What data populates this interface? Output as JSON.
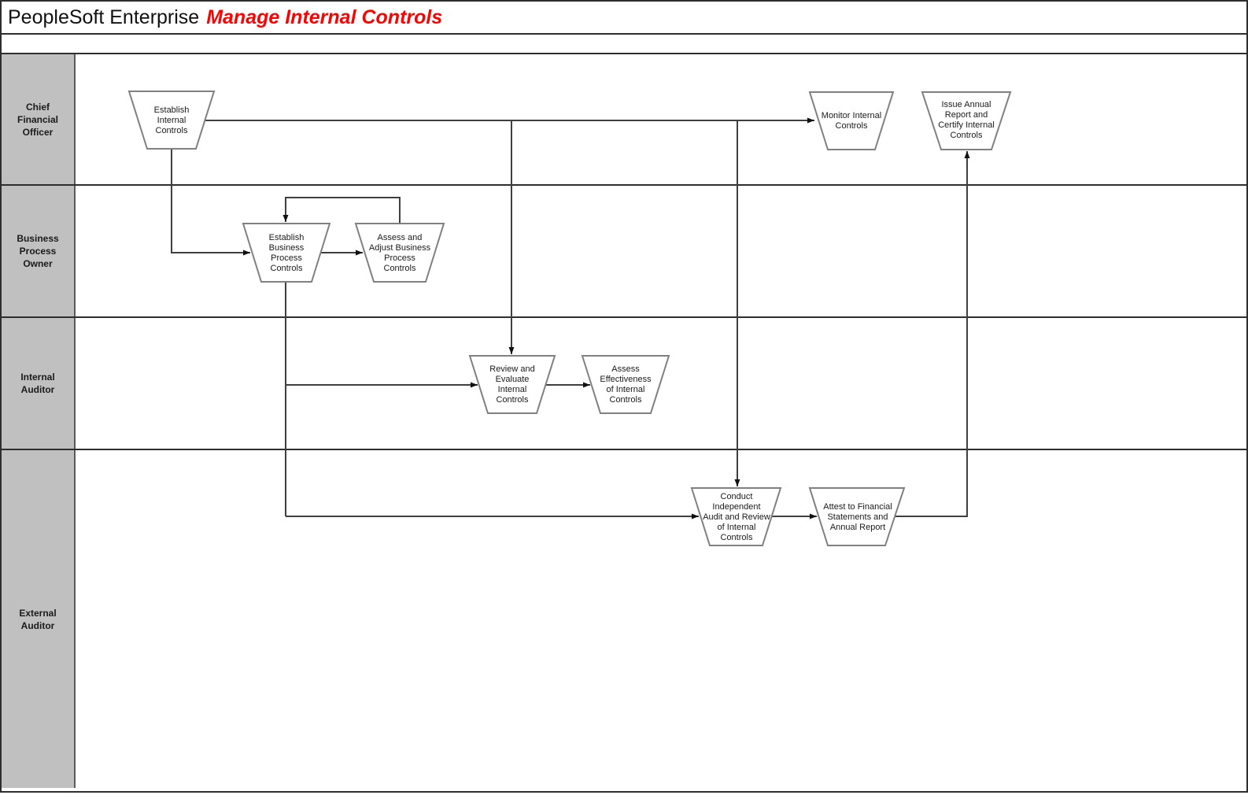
{
  "title": {
    "product": "PeopleSoft Enterprise",
    "process": "Manage Internal Controls"
  },
  "lanes": [
    {
      "label": "Chief\nFinancial\nOfficer"
    },
    {
      "label": "Business\nProcess\nOwner"
    },
    {
      "label": "Internal\nAuditor"
    },
    {
      "label": "External\nAuditor"
    }
  ],
  "nodes": [
    {
      "name": "establish-internal-controls",
      "lane": "Chief Financial Officer",
      "label": "Establish\nInternal\nControls"
    },
    {
      "name": "monitor-internal-controls",
      "lane": "Chief Financial Officer",
      "label": "Monitor Internal\nControls"
    },
    {
      "name": "issue-annual-report-certify-internal-controls",
      "lane": "Chief Financial Officer",
      "label": "Issue Annual\nReport and\nCertify Internal\nControls"
    },
    {
      "name": "establish-business-process-controls",
      "lane": "Business Process Owner",
      "label": "Establish\nBusiness\nProcess\nControls"
    },
    {
      "name": "assess-adjust-business-process-controls",
      "lane": "Business Process Owner",
      "label": "Assess and\nAdjust Business\nProcess\nControls"
    },
    {
      "name": "review-evaluate-internal-controls",
      "lane": "Internal Auditor",
      "label": "Review and\nEvaluate\nInternal\nControls"
    },
    {
      "name": "assess-effectiveness-of-internal-controls",
      "lane": "Internal Auditor",
      "label": "Assess\nEffectiveness\nof Internal\nControls"
    },
    {
      "name": "conduct-independent-audit-review-internal-controls",
      "lane": "External Auditor",
      "label": "Conduct\nIndependent\nAudit and Review\nof Internal\nControls"
    },
    {
      "name": "attest-to-financial-statements-annual-report",
      "lane": "External Auditor",
      "label": "Attest to Financial\nStatements and\nAnnual Report"
    }
  ],
  "colors": {
    "title_accent": "#FF0000",
    "lane_fill": "#C0C0C0",
    "shape_border": "#808080",
    "connector": "#3F3F3F",
    "grid_border": "#2E2E2E"
  }
}
